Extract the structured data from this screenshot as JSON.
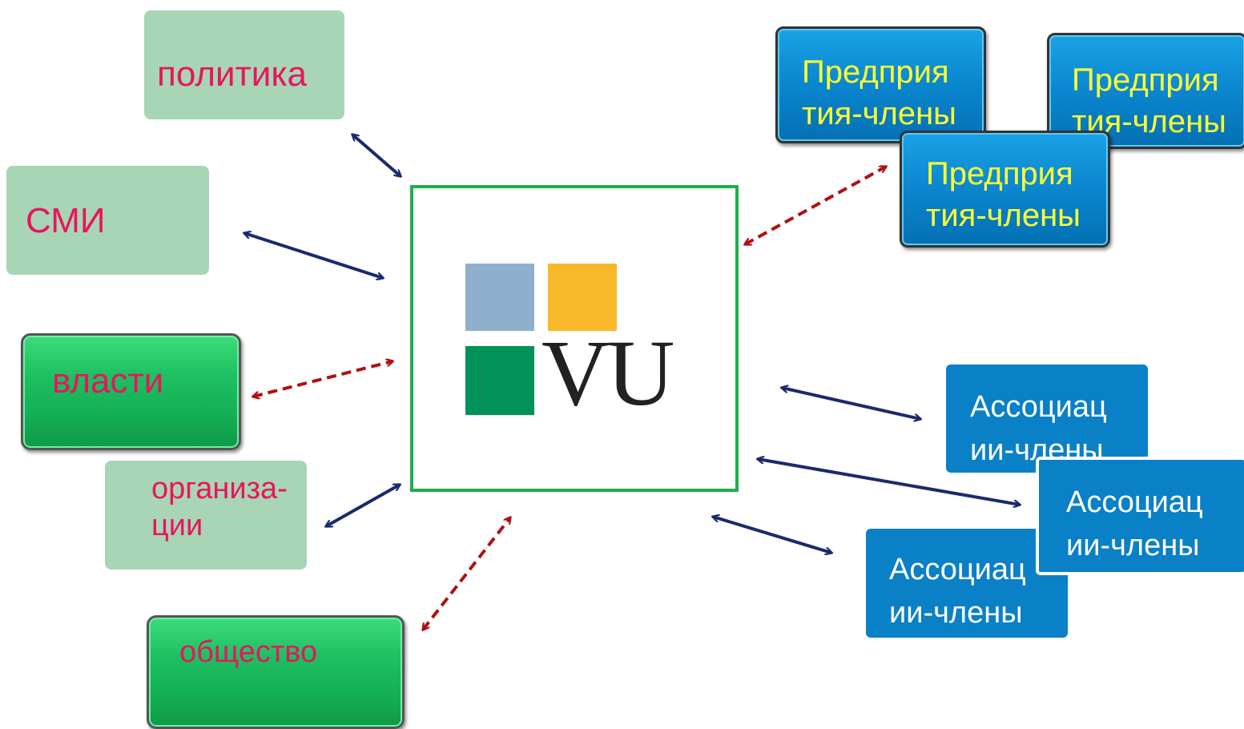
{
  "center": {
    "logo_text": "VU",
    "colors": {
      "border": "#1eae4e",
      "square_blue": "#8fb0cd",
      "square_yellow": "#f7b92a",
      "square_green": "#00925a",
      "text": "#222222"
    }
  },
  "left_nodes": {
    "politika": "политика",
    "smi": "СМИ",
    "vlasti": "власти",
    "organizacii": "организа-\nции",
    "obshchestvo": "общество"
  },
  "right_nodes": {
    "predpriyatiya": "Предприя\nтия-члены",
    "associacii": "Ассоциац\nии-члены"
  },
  "colors": {
    "solid_arrow": "#1a2a6c",
    "dashed_arrow": "#b01010",
    "pink_text": "#e8155e",
    "yellow_text": "#ffff33",
    "light_green": "#a8d5b5",
    "bright_green": "#1ec062",
    "blue": "#0a80c6"
  }
}
